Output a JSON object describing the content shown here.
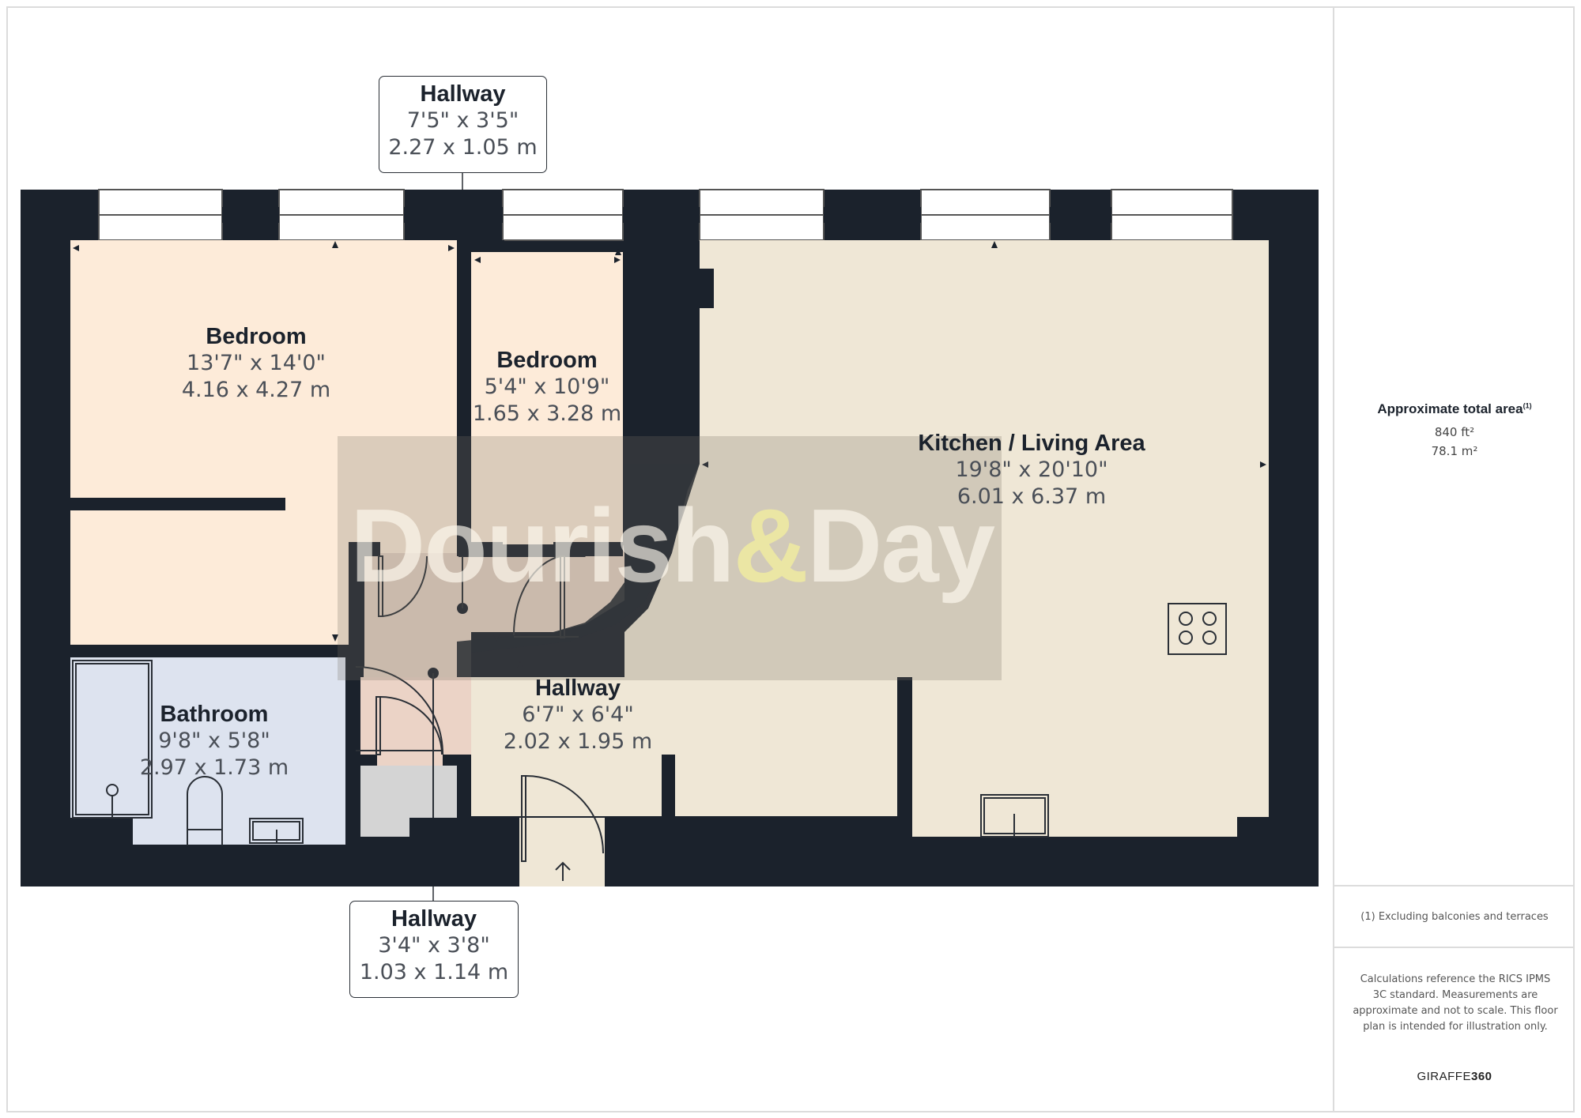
{
  "floorplan": {
    "rooms": [
      {
        "id": "bedroom-1",
        "name": "Bedroom",
        "imperial": "13'7\" x 14'0\"",
        "metric": "4.16 x 4.27 m",
        "color": "#fdebd9"
      },
      {
        "id": "bedroom-2",
        "name": "Bedroom",
        "imperial": "5'4\" x 10'9\"",
        "metric": "1.65 x 3.28 m",
        "color": "#fdebd9"
      },
      {
        "id": "kitchen",
        "name": "Kitchen / Living Area",
        "imperial": "19'8\" x 20'10\"",
        "metric": "6.01 x 6.37 m",
        "color": "#efe7d6"
      },
      {
        "id": "bathroom",
        "name": "Bathroom",
        "imperial": "9'8\" x 5'8\"",
        "metric": "2.97 x 1.73 m",
        "color": "#dde3ef"
      },
      {
        "id": "hallway-main",
        "name": "Hallway",
        "imperial": "6'7\" x 6'4\"",
        "metric": "2.02 x 1.95 m",
        "color": "#efe7d6"
      },
      {
        "id": "hallway-top",
        "name": "Hallway",
        "imperial": "7'5\" x 3'5\"",
        "metric": "2.27 x 1.05 m",
        "color": "#e9d6c6"
      },
      {
        "id": "hallway-bottom",
        "name": "Hallway",
        "imperial": "3'4\" x 3'8\"",
        "metric": "1.03 x 1.14 m",
        "color": "#ebd3c6"
      }
    ],
    "watermark": {
      "part1": "Dourish",
      "amp": "&",
      "part2": "Day"
    },
    "colors": {
      "wall": "#1b222c",
      "window": "#ffffff",
      "bedroom": "#fdebd9",
      "kitchen": "#efe7d6",
      "bathroom": "#dde3ef",
      "cupboard": "#d4d4d4",
      "hallway_inner": "#ebd3c6"
    }
  },
  "sidebar": {
    "area_title": "Approximate total area",
    "area_footnote_mark": "(1)",
    "area_imperial": "840 ft²",
    "area_metric": "78.1 m²",
    "footnote": "(1) Excluding balconies and terraces",
    "disclaimer": "Calculations reference the RICS IPMS 3C standard. Measurements are approximate and not to scale. This floor plan is intended for illustration only.",
    "brand_regular": "GIRAFFE",
    "brand_bold": "360"
  }
}
